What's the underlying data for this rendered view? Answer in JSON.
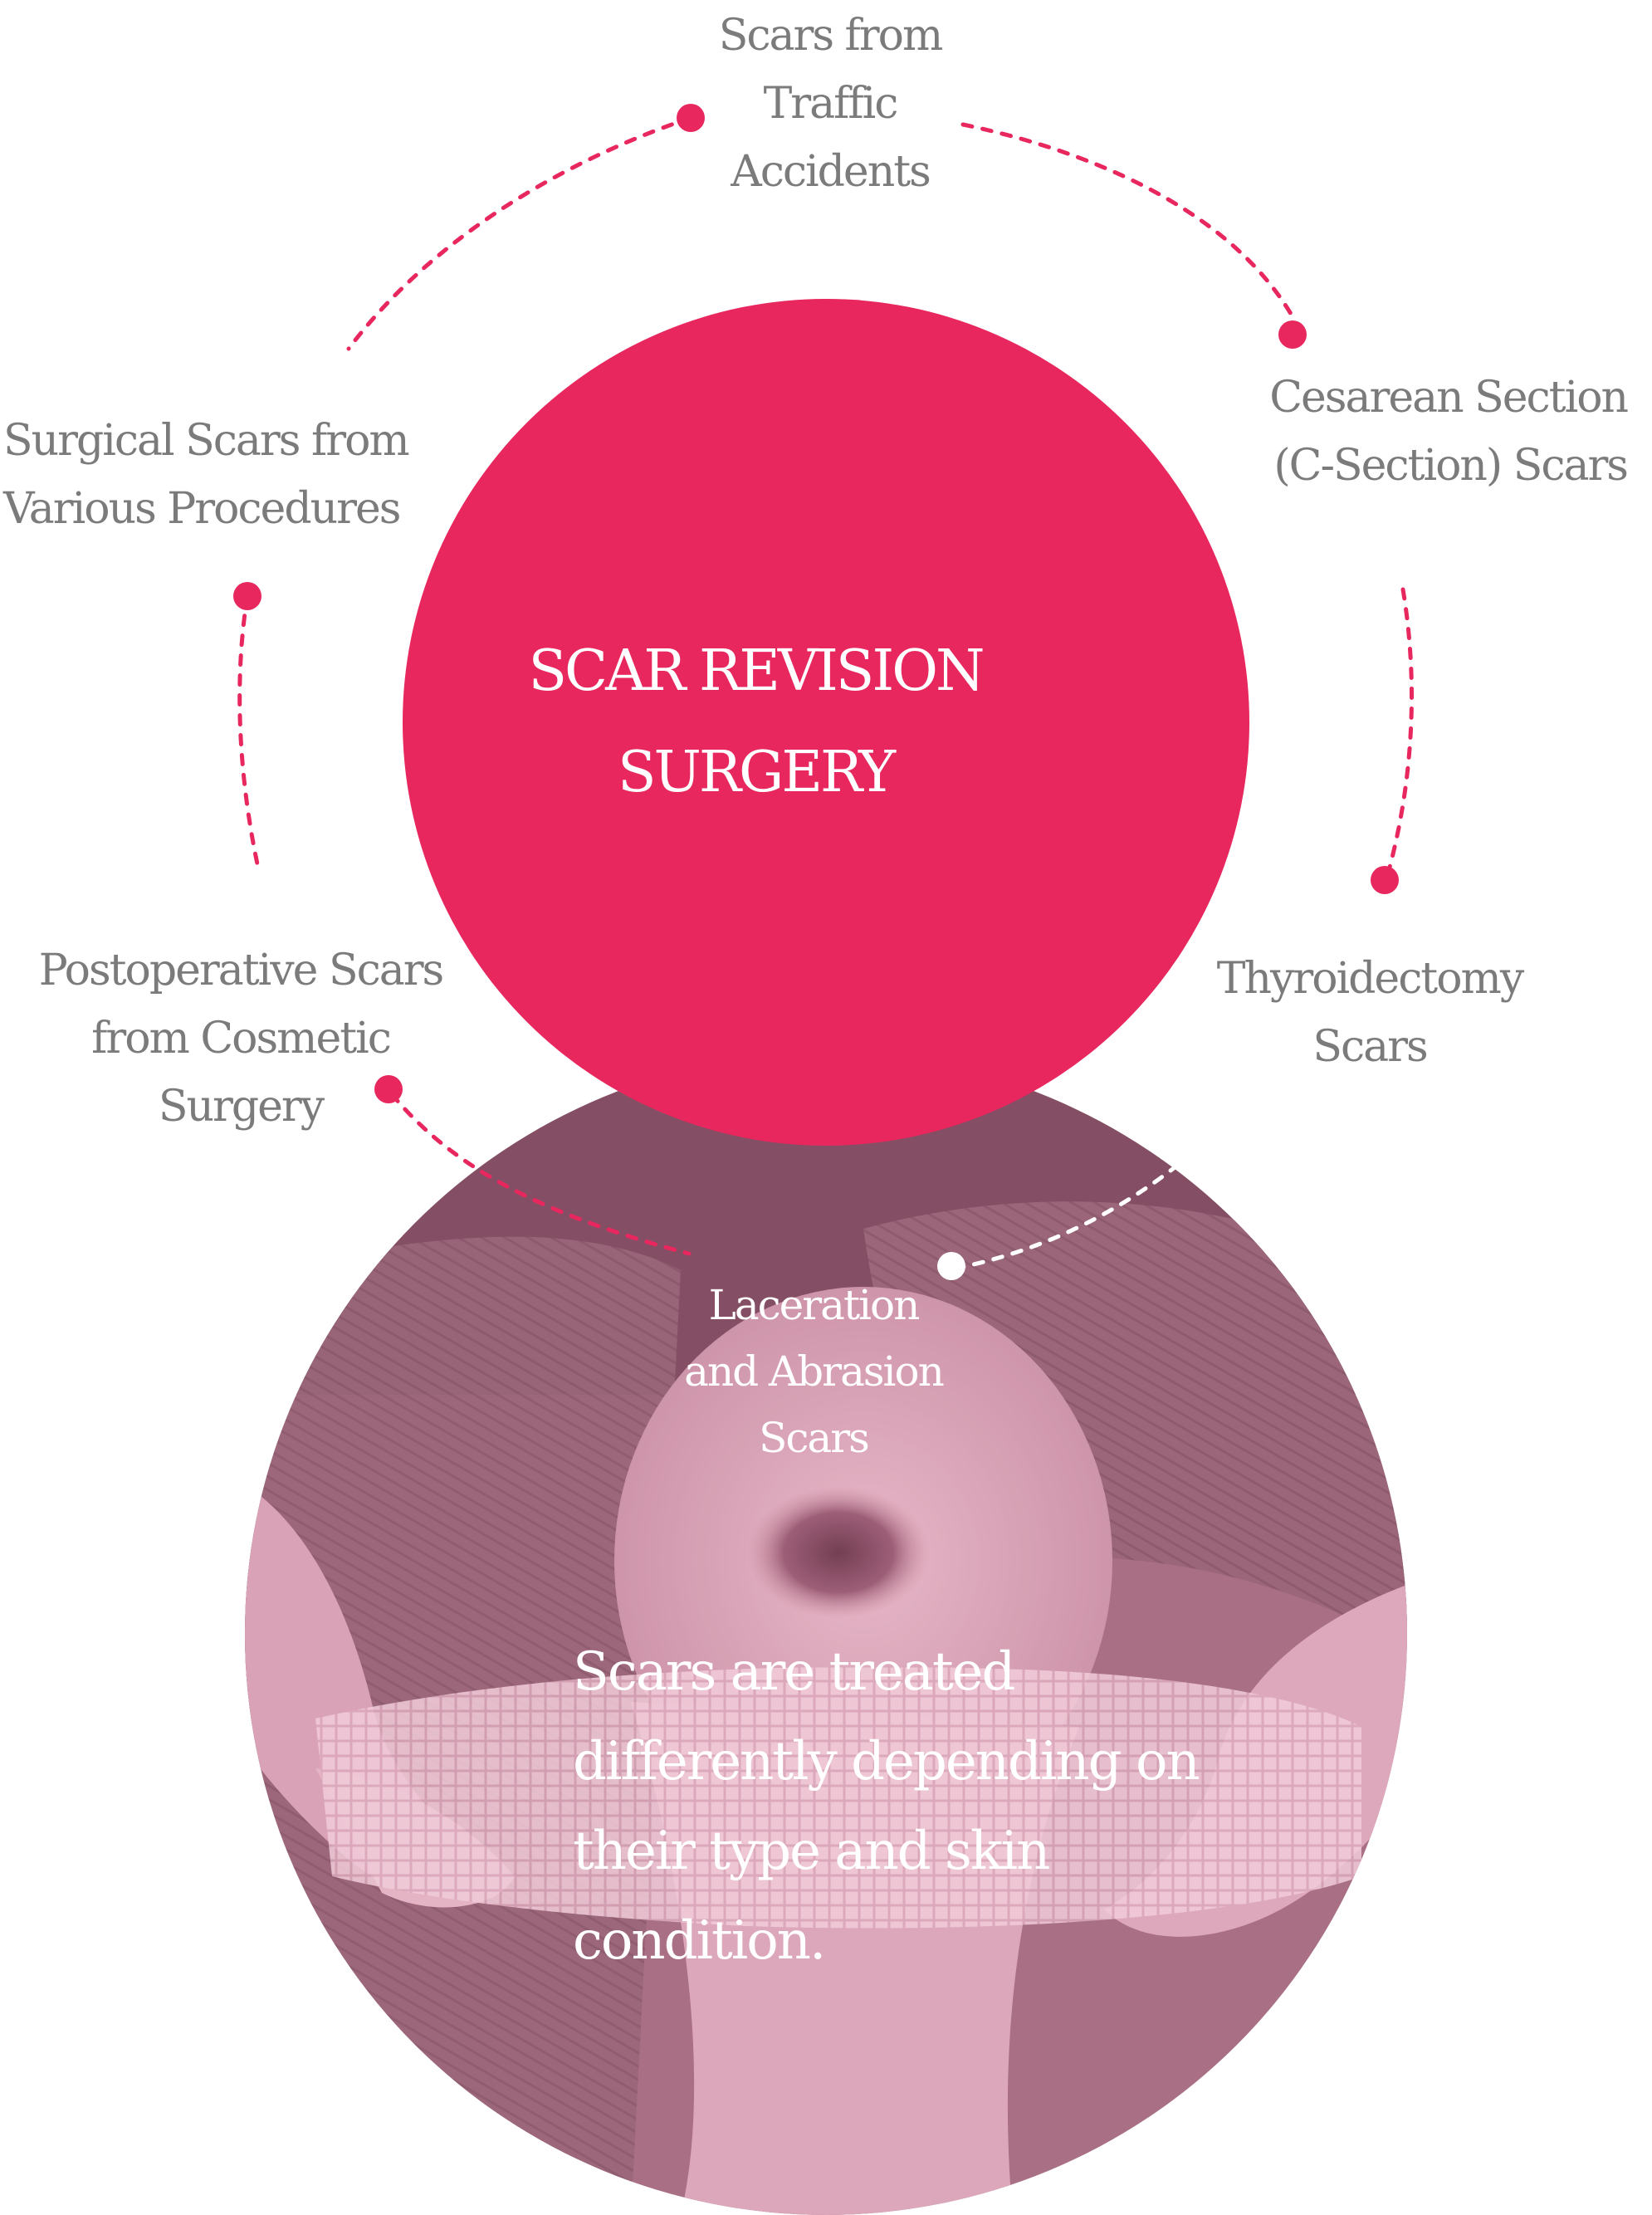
{
  "colors": {
    "accent": "#e8275f",
    "label_gray": "#7b7b7b",
    "photo_tint": "#c98ea3",
    "white": "#ffffff"
  },
  "center": {
    "title": "SCAR REVISION\nSURGERY"
  },
  "labels": {
    "traffic": "Scars from\nTraffic\nAccidents",
    "cesarean": "Cesarean Section\n(C-Section) Scars",
    "surgical": "Surgical Scars from\nVarious Procedures",
    "thyroid": "Thyroidectomy\nScars",
    "cosmetic": "Postoperative Scars\nfrom Cosmetic\nSurgery",
    "laceration": "Laceration\nand Abrasion\nScars"
  },
  "photo": {
    "subject": "knee-bandage-photo",
    "caption": "Scars are treated\ndifferently depending on\ntheir type and skin\ncondition."
  }
}
